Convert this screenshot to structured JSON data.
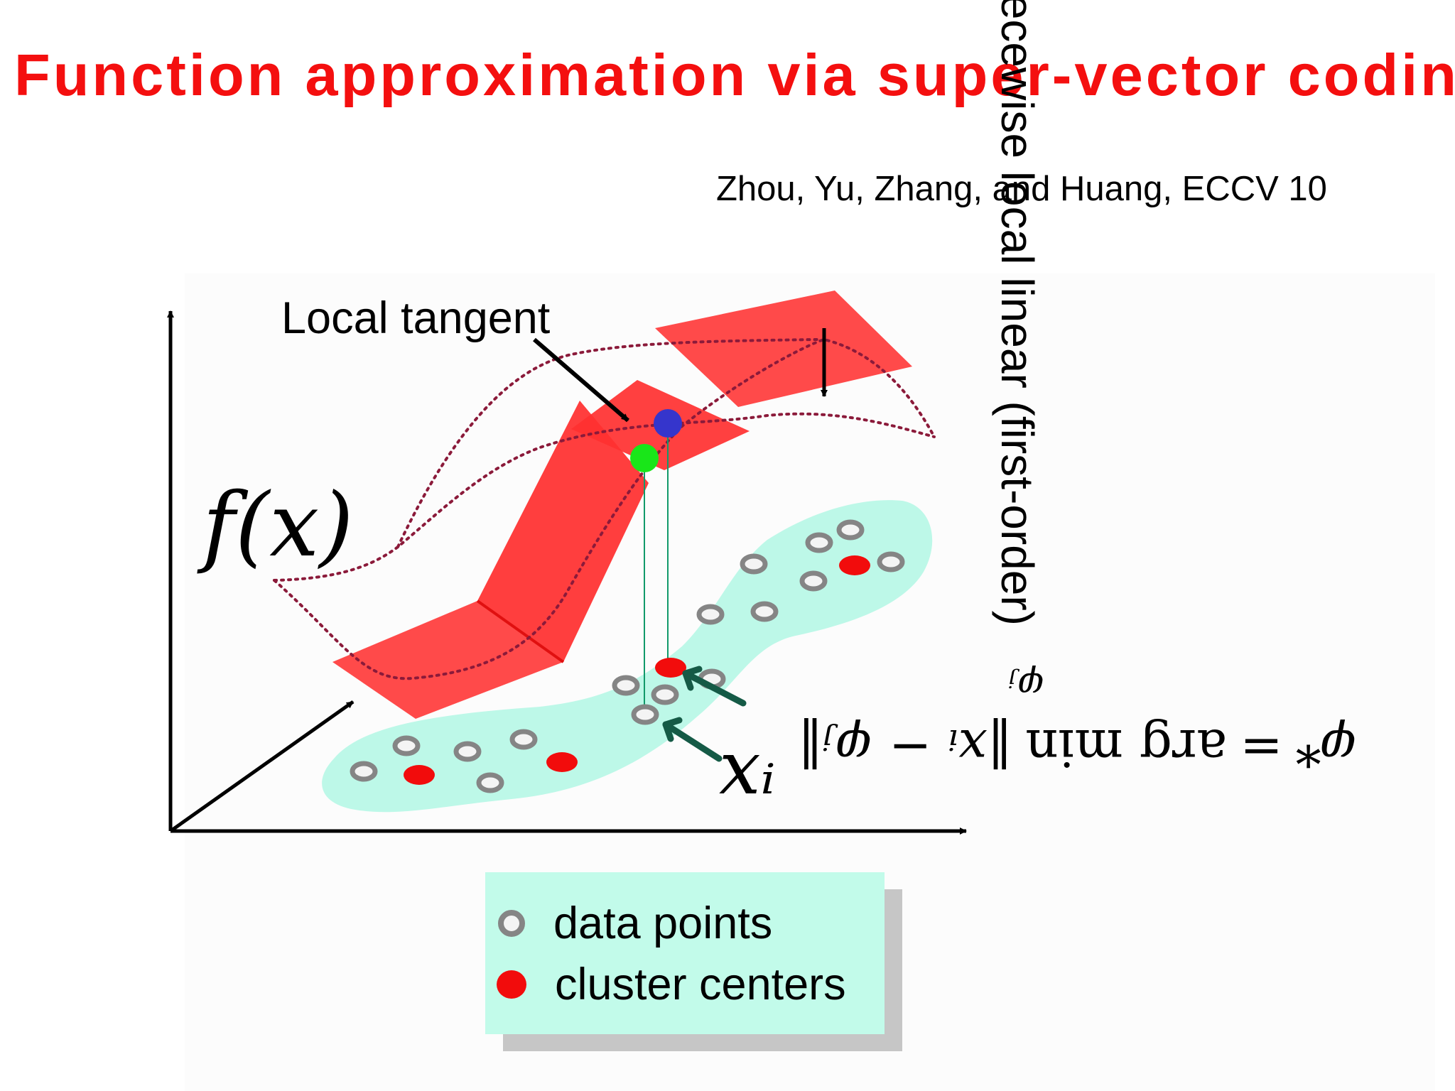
{
  "slide": {
    "title": "Function approximation via super-vector coding:",
    "citation": "Zhou, Yu, Zhang, and Huang, ECCV 10",
    "vertical_caption": "piecewise local linear (first-order)"
  },
  "figure": {
    "local_tangent_label": "Local tangent",
    "function_label": "f(x)",
    "point_label": "xᵢ",
    "formula": {
      "lhs": "φ*",
      "equals": "=",
      "operator": "arg min",
      "subscript": "φⱼ",
      "norm": "‖xᵢ − φⱼ‖"
    },
    "colors": {
      "title": "#f40f0f",
      "plane": "#ff3b3b",
      "cluster_region": "#bdf8e8",
      "data_point_ring": "#858585",
      "cluster_center": "#f20c0c",
      "function_curve": "#8b1a3a",
      "blue_point": "#3535cc",
      "green_point": "#19e619",
      "green_arrow": "#155a46"
    },
    "icons": [
      "data-point-ring-icon",
      "cluster-center-dot-icon",
      "arrow-icon"
    ]
  },
  "legend": {
    "items": [
      {
        "marker": "ring",
        "label": "data points"
      },
      {
        "marker": "dot",
        "label": "cluster centers"
      }
    ]
  }
}
